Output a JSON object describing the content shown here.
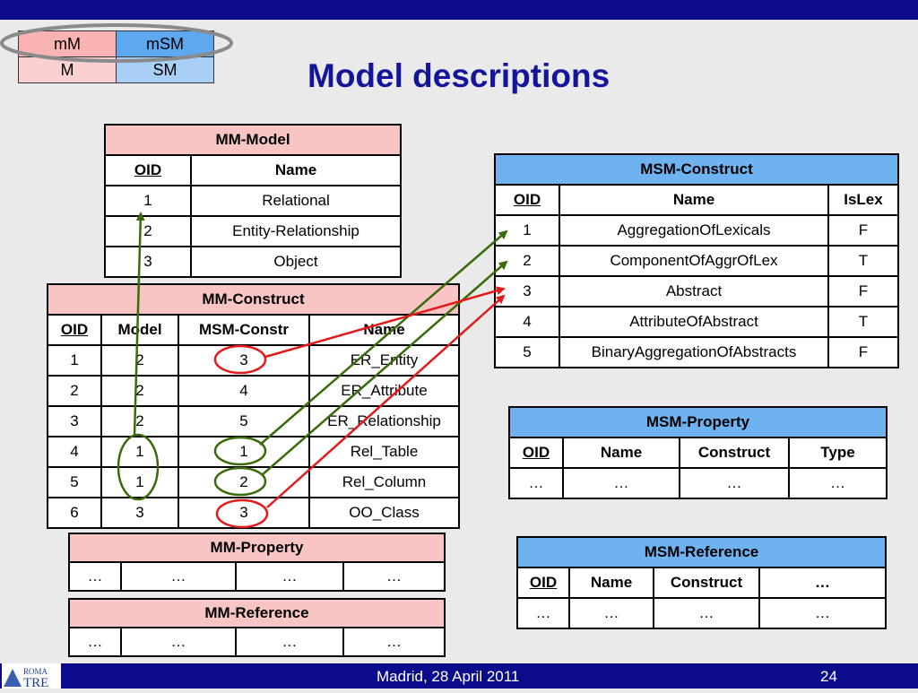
{
  "title": "Model descriptions",
  "legend": {
    "mm": "mM",
    "msm": "mSM",
    "m": "M",
    "sm": "SM"
  },
  "footer": {
    "location_date": "Madrid, 28 April 2011",
    "page": "24"
  },
  "logo": {
    "line1": "ROMA",
    "line2": "TRE"
  },
  "mm_model": {
    "title": "MM-Model",
    "headers": [
      "OID",
      "Name"
    ],
    "rows": [
      [
        "1",
        "Relational"
      ],
      [
        "2",
        "Entity-Relationship"
      ],
      [
        "3",
        "Object"
      ]
    ]
  },
  "mm_construct": {
    "title": "MM-Construct",
    "headers": [
      "OID",
      "Model",
      "MSM-Constr",
      "Name"
    ],
    "rows": [
      [
        "1",
        "2",
        "3",
        "ER_Entity"
      ],
      [
        "2",
        "2",
        "4",
        "ER_Attribute"
      ],
      [
        "3",
        "2",
        "5",
        "ER_Relationship"
      ],
      [
        "4",
        "1",
        "1",
        "Rel_Table"
      ],
      [
        "5",
        "1",
        "2",
        "Rel_Column"
      ],
      [
        "6",
        "3",
        "3",
        "OO_Class"
      ]
    ]
  },
  "mm_property": {
    "title": "MM-Property",
    "row": [
      "…",
      "…",
      "…",
      "…"
    ]
  },
  "mm_reference": {
    "title": "MM-Reference",
    "row": [
      "…",
      "…",
      "…",
      "…"
    ]
  },
  "msm_construct": {
    "title": "MSM-Construct",
    "headers": [
      "OID",
      "Name",
      "IsLex"
    ],
    "rows": [
      [
        "1",
        "AggregationOfLexicals",
        "F"
      ],
      [
        "2",
        "ComponentOfAggrOfLex",
        "T"
      ],
      [
        "3",
        "Abstract",
        "F"
      ],
      [
        "4",
        "AttributeOfAbstract",
        "T"
      ],
      [
        "5",
        "BinaryAggregationOfAbstracts",
        "F"
      ]
    ]
  },
  "msm_property": {
    "title": "MSM-Property",
    "headers": [
      "OID",
      "Name",
      "Construct",
      "Type"
    ],
    "row": [
      "…",
      "…",
      "…",
      "…"
    ]
  },
  "msm_reference": {
    "title": "MSM-Reference",
    "headers": [
      "OID",
      "Name",
      "Construct",
      "…"
    ],
    "row": [
      "…",
      "…",
      "…",
      "…"
    ]
  },
  "colors": {
    "green_link": "#3a6b0a",
    "red_link": "#e11b1b",
    "brand_blue": "#0b0b8c"
  }
}
